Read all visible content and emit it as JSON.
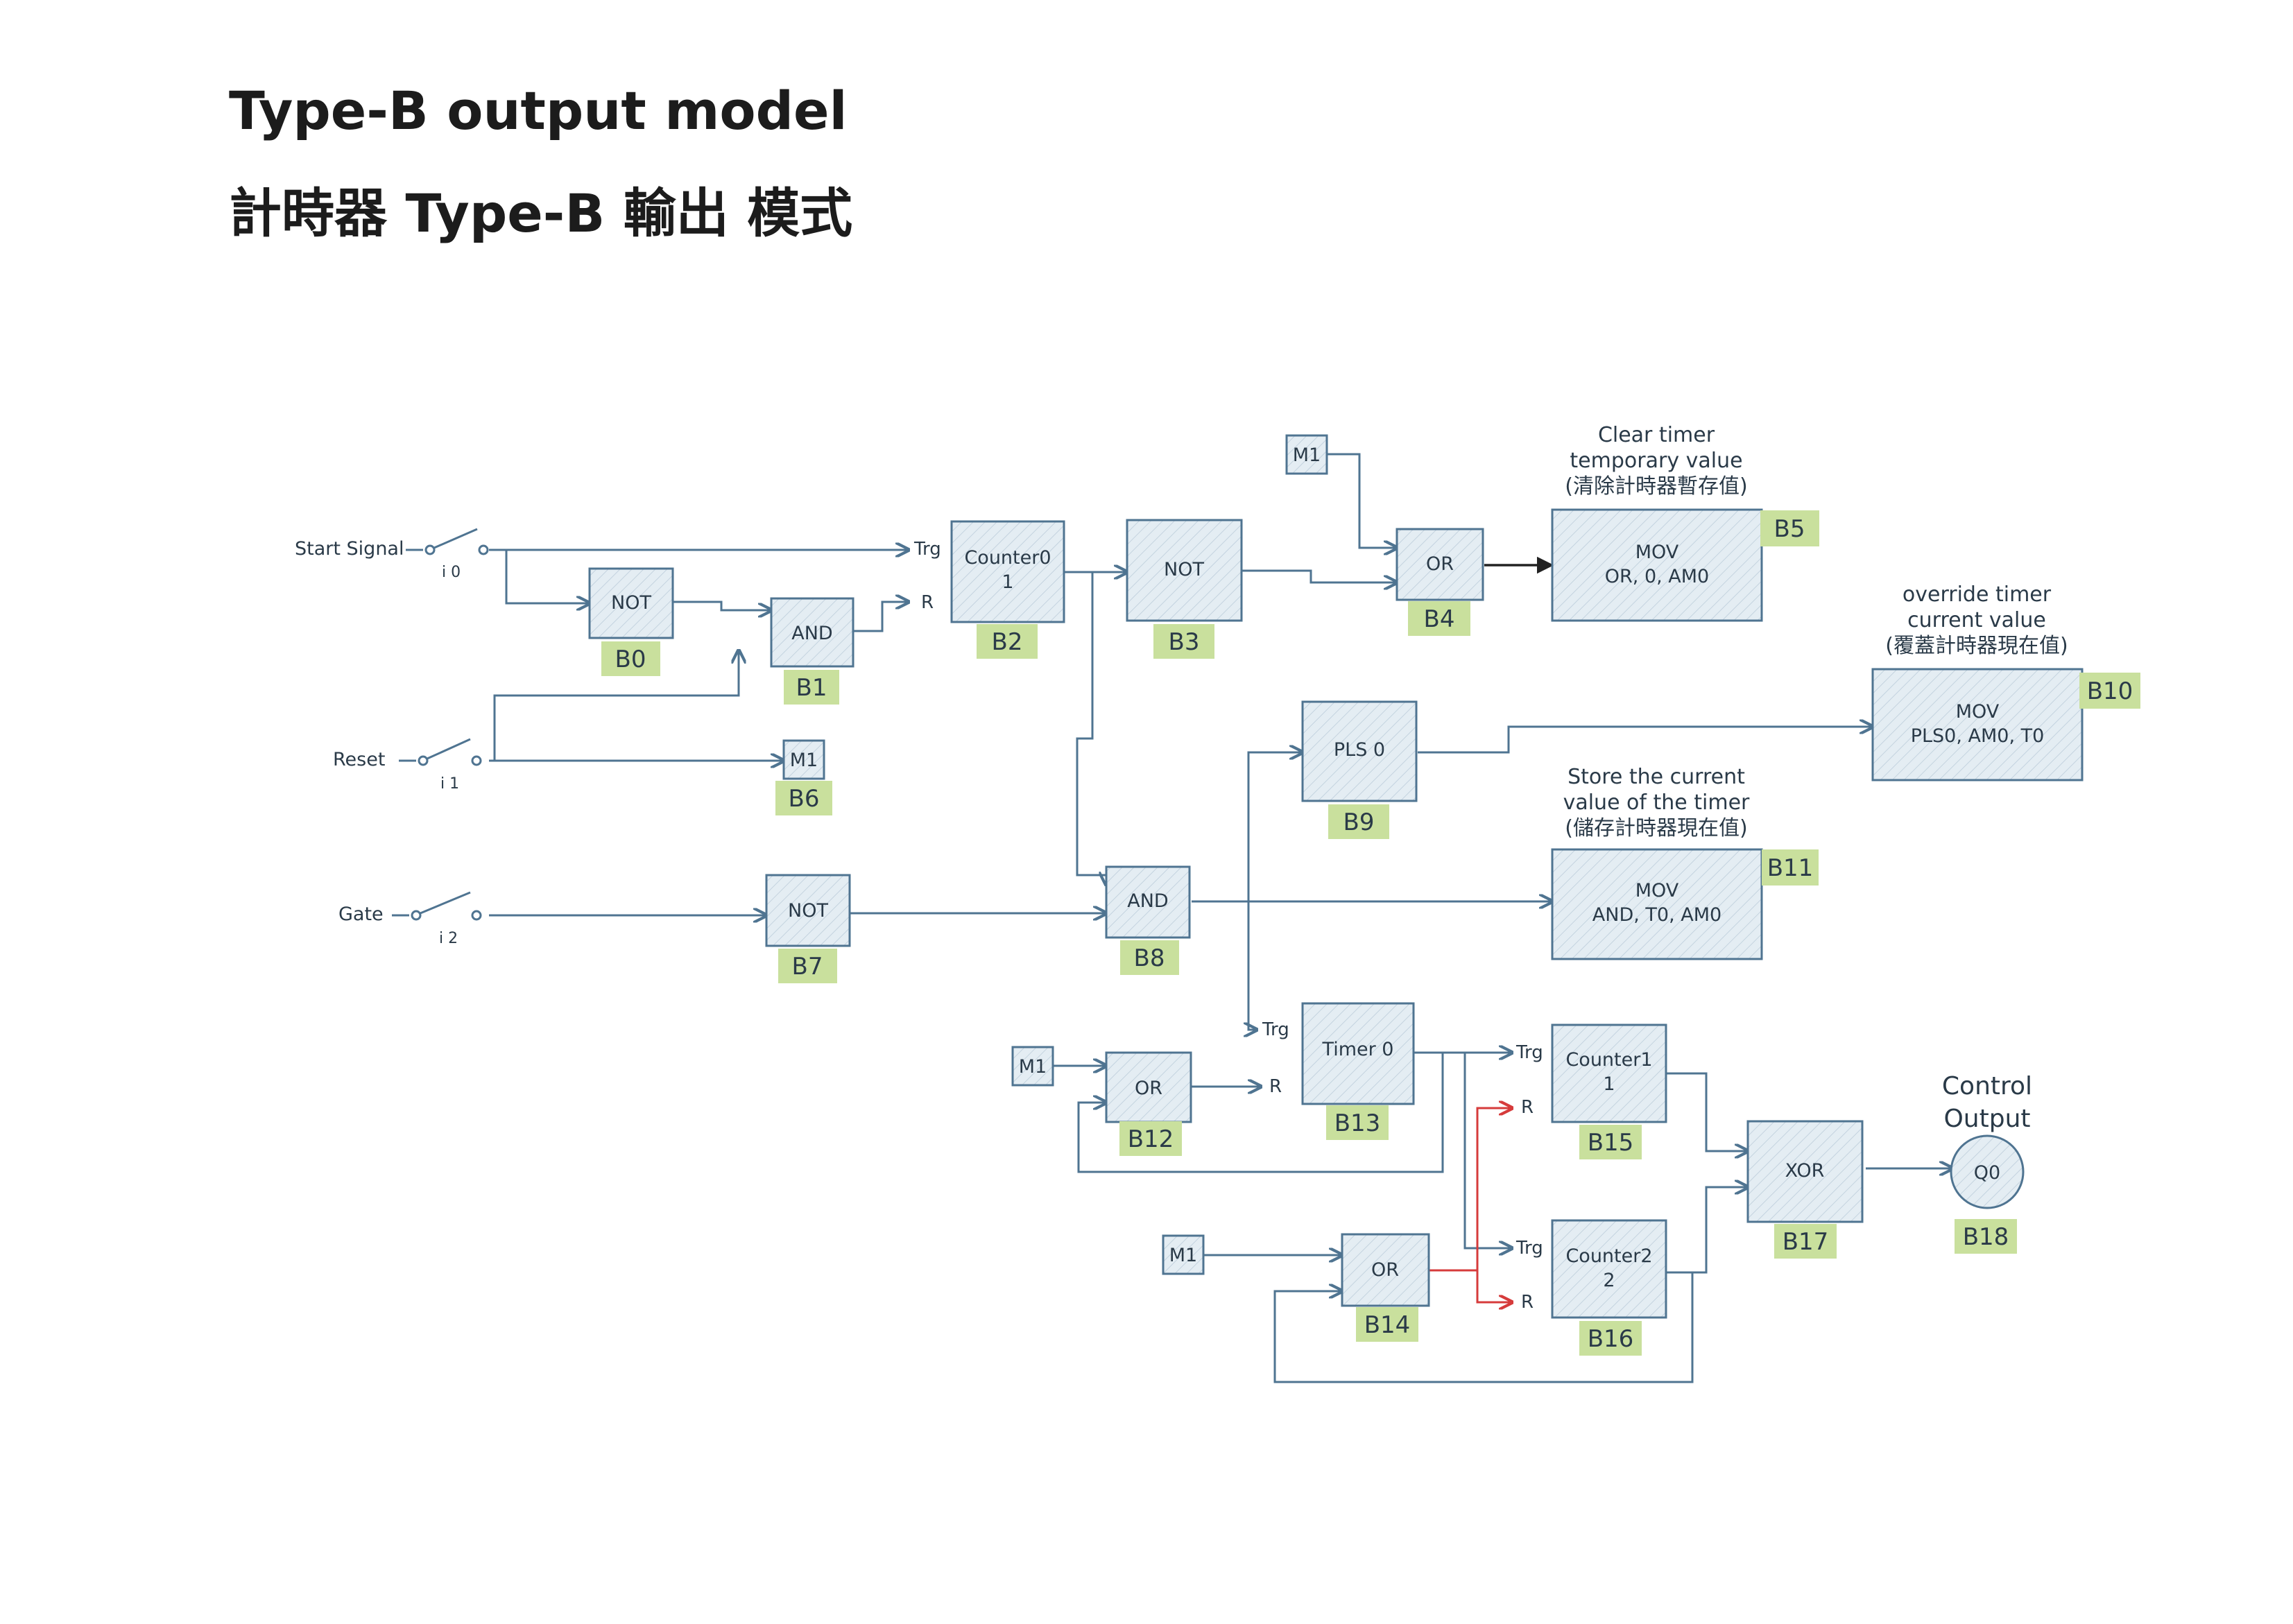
{
  "title_en": "Type-B output model",
  "title_zh": "計時器 Type-B 輸出 模式",
  "inputs": {
    "start_signal": "Start Signal",
    "reset": "Reset",
    "gate": "Gate",
    "i0": "i 0",
    "i1": "i 1",
    "i2": "i 2"
  },
  "pins": {
    "trg": "Trg",
    "r": "R"
  },
  "blocks": {
    "b0": {
      "type": "NOT",
      "label": "B0"
    },
    "b1": {
      "type": "AND",
      "label": "B1"
    },
    "b2": {
      "line1": "Counter0",
      "line2": "1",
      "label": "B2"
    },
    "b3": {
      "type": "NOT",
      "label": "B3"
    },
    "b4": {
      "type": "OR",
      "label": "B4"
    },
    "b5": {
      "line1": "MOV",
      "line2": "OR, 0, AM0",
      "label": "B5"
    },
    "b6": {
      "type": "M1",
      "label": "B6"
    },
    "b7": {
      "type": "NOT",
      "label": "B7"
    },
    "b8": {
      "type": "AND",
      "label": "B8"
    },
    "b9": {
      "type": "PLS 0",
      "label": "B9"
    },
    "b10": {
      "line1": "MOV",
      "line2": "PLS0, AM0, T0",
      "label": "B10"
    },
    "b11": {
      "line1": "MOV",
      "line2": "AND, T0, AM0",
      "label": "B11"
    },
    "b12": {
      "type": "OR",
      "label": "B12"
    },
    "b13": {
      "type": "Timer 0",
      "label": "B13"
    },
    "b14": {
      "type": "OR",
      "label": "B14"
    },
    "b15": {
      "line1": "Counter1",
      "line2": "1",
      "label": "B15"
    },
    "b16": {
      "line1": "Counter2",
      "line2": "2",
      "label": "B16"
    },
    "b17": {
      "type": "XOR",
      "label": "B17"
    },
    "b18": {
      "type": "Q0",
      "label": "B18"
    }
  },
  "m1_label": "M1",
  "notes": {
    "clear": [
      "Clear timer",
      "temporary value",
      "(清除計時器暫存值)"
    ],
    "override": [
      "override timer",
      "current value",
      "(覆蓋計時器現在值)"
    ],
    "store": [
      "Store the current",
      "value of the timer",
      "(儲存計時器現在值)"
    ],
    "control": [
      "Control",
      "Output"
    ]
  },
  "colors": {
    "wire": "#4f7491",
    "wire_red": "#d63b3b",
    "label_bg": "#c9e09d",
    "box_fill": "#e4edf3"
  }
}
